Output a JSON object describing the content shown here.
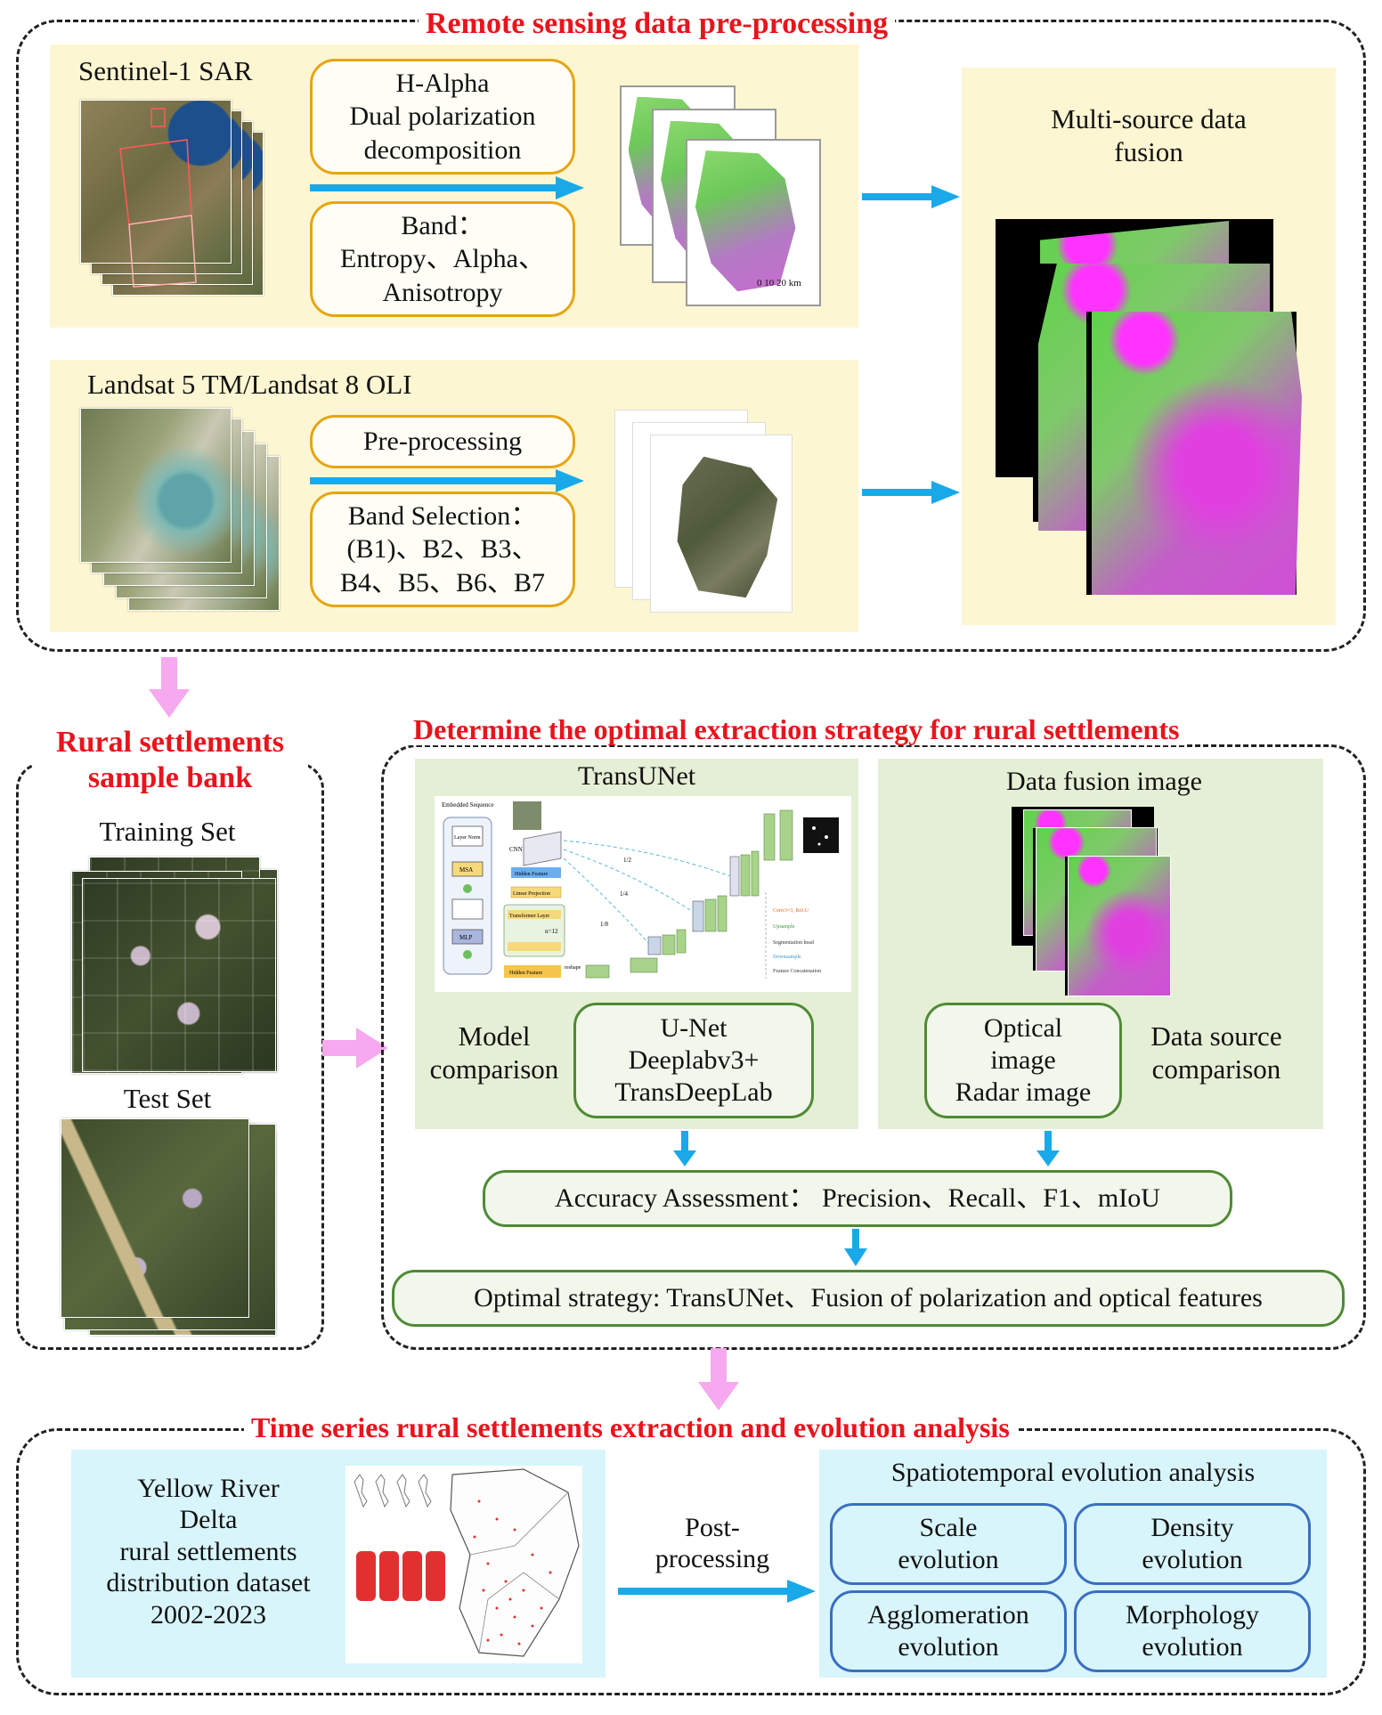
{
  "colors": {
    "title_red": "#e8141c",
    "arrow_blue": "#1aa9e8",
    "arrow_pink": "#f6a9ee",
    "box_orange": "#e6a514",
    "box_green": "#4f8a35",
    "box_blue": "#3a6fc0"
  },
  "section1": {
    "title": "Remote sensing data pre-processing",
    "sar": {
      "label": "Sentinel-1 SAR",
      "box1": [
        "H-Alpha",
        "Dual polarization",
        "decomposition"
      ],
      "box2": [
        "Band：",
        "Entropy、Alpha、",
        "Anisotropy"
      ],
      "scale": "0  10 20 km"
    },
    "landsat": {
      "label": "Landsat 5 TM/Landsat 8 OLI",
      "box1": "Pre-processing",
      "box2": [
        "Band Selection：",
        "(B1)、B2、B3、",
        "B4、B5、B6、B7"
      ]
    },
    "fusion": {
      "label": [
        "Multi-source data",
        "fusion"
      ]
    }
  },
  "section2": {
    "title": [
      "Rural settlements",
      "sample bank"
    ],
    "training": "Training Set",
    "test": "Test Set"
  },
  "section3": {
    "title": "Determine the optimal extraction strategy for rural settlements",
    "transunet": {
      "label": "TransUNet",
      "model_comparison": [
        "Model",
        "comparison"
      ],
      "models": [
        "U-Net",
        "Deeplabv3+",
        "TransDeepLab"
      ],
      "diagram": {
        "embedded": "Embedded Sequence",
        "layer_norm": "Layer Norm",
        "msa": "MSA",
        "mlp": "MLP",
        "cnn": "CNN",
        "hidden_feature": "Hidden Feature",
        "linear_projection": "Linear Projection",
        "transformer_layer": "Transformer Layer",
        "n12": "n=12",
        "reshape": "reshape",
        "s12": "1/2",
        "s14": "1/4",
        "s18": "1/8",
        "legend": [
          "Conv3×3, ReLU",
          "Upsample",
          "Segmentation head",
          "Downsample",
          "Feature Concatenation"
        ]
      }
    },
    "fusion_image": {
      "label": "Data fusion image",
      "sources": [
        "Optical",
        "image",
        "Radar image"
      ],
      "data_source_comparison": [
        "Data source",
        "comparison"
      ]
    },
    "accuracy": "Accuracy Assessment： Precision、Recall、F1、mIoU",
    "optimal": "Optimal strategy: TransUNet、Fusion of polarization and optical features"
  },
  "section4": {
    "title": "Time series rural settlements extraction and evolution analysis",
    "dataset": [
      "Yellow River",
      "Delta",
      "rural settlements",
      "distribution dataset",
      "2002-2023"
    ],
    "post": [
      "Post-",
      "processing"
    ],
    "analysis_title": "Spatiotemporal evolution analysis",
    "items": [
      [
        "Scale",
        "evolution"
      ],
      [
        "Density",
        "evolution"
      ],
      [
        "Agglomeration",
        "evolution"
      ],
      [
        "Morphology",
        "evolution"
      ]
    ]
  }
}
